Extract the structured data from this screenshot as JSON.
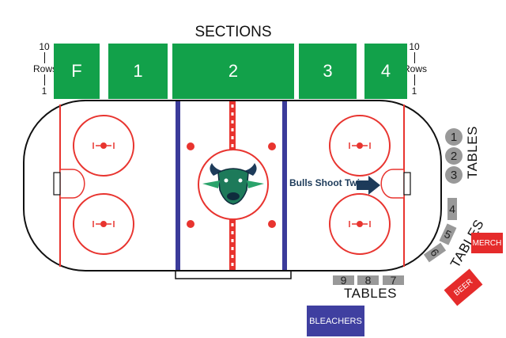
{
  "header": {
    "title": "SECTIONS"
  },
  "sections": [
    {
      "id": "F",
      "label": "F"
    },
    {
      "id": "1",
      "label": "1"
    },
    {
      "id": "2",
      "label": "2"
    },
    {
      "id": "3",
      "label": "3"
    },
    {
      "id": "4",
      "label": "4"
    }
  ],
  "rows_legend": {
    "top": "10",
    "label": "Rows",
    "bottom": "1"
  },
  "rink": {
    "callout": "Bulls Shoot Twice"
  },
  "tables": {
    "label": "TABLES",
    "right": [
      "1",
      "2",
      "3"
    ],
    "corner": [
      "4",
      "5",
      "6"
    ],
    "bottom": [
      "9",
      "8",
      "7"
    ]
  },
  "vendors": {
    "merch": "MERCH",
    "beer": "BEER"
  },
  "bleachers": {
    "label": "BLEACHERS"
  },
  "colors": {
    "section_green": "#12a14a",
    "red_line": "#e8342f",
    "blue_line": "#3b3b9a",
    "table_gray": "#999999",
    "vendor_red": "#e52b2b",
    "bleacher_blue": "#3f3fa0"
  }
}
